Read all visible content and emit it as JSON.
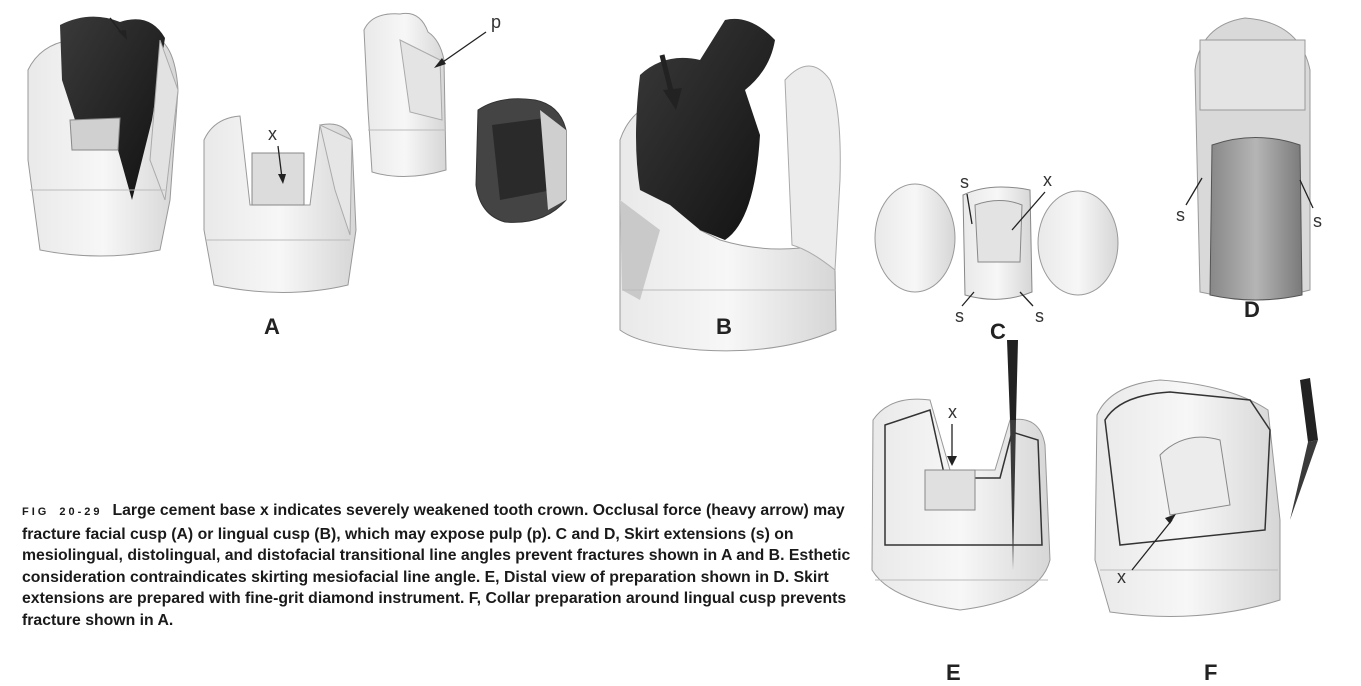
{
  "panels": {
    "A": "A",
    "B": "B",
    "C": "C",
    "D": "D",
    "E": "E",
    "F": "F"
  },
  "annotations": {
    "x": "x",
    "p": "p",
    "s": "s"
  },
  "caption": {
    "fig_label": "FIG",
    "fig_number": "20-29",
    "text": "Large cement base x indicates severely weakened tooth crown. Occlusal force (heavy arrow) may fracture facial cusp (A) or lingual cusp (B), which may expose pulp (p). C and D, Skirt extensions (s) on mesiolingual, distolingual, and distofacial transitional line angles prevent fractures shown in A and B. Esthetic consideration contraindicates skirting mesiofacial line angle. E, Distal view of preparation shown in D. Skirt extensions are prepared with fine-grit diamond instrument. F, Collar preparation around lingual cusp prevents fracture shown in A."
  }
}
